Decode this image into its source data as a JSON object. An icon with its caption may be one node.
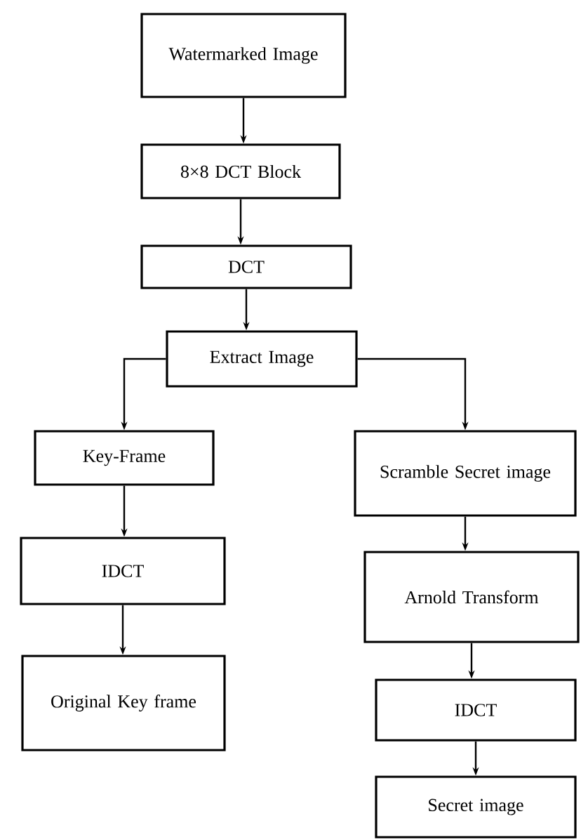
{
  "diagram": {
    "nodes": [
      {
        "text": [
          "Watermarked Image"
        ]
      },
      {
        "text": [
          "8×8 DCT Block"
        ]
      },
      {
        "text": [
          "DCT"
        ]
      },
      {
        "text": [
          "Extract Image"
        ]
      },
      {
        "text": [
          "Key-Frame"
        ]
      },
      {
        "text": [
          "IDCT"
        ]
      },
      {
        "text": [
          "Original Key frame"
        ]
      },
      {
        "text": [
          "Scramble Secret image"
        ]
      },
      {
        "text": [
          "Arnold Transform"
        ]
      },
      {
        "text": [
          "IDCT"
        ]
      },
      {
        "text": [
          "Secret image"
        ]
      }
    ],
    "edges": [
      {
        "from": 0,
        "to": 1,
        "arrow": "to"
      },
      {
        "from": 1,
        "to": 2,
        "arrow": "to"
      },
      {
        "from": 2,
        "to": 3,
        "arrow": "to"
      },
      {
        "from": 3,
        "to": 4,
        "arrow": "to"
      },
      {
        "from": 3,
        "to": 7,
        "arrow": "to"
      },
      {
        "from": 4,
        "to": 5,
        "arrow": "to"
      },
      {
        "from": 5,
        "to": 6,
        "arrow": "to"
      },
      {
        "from": 7,
        "to": 8,
        "arrow": "to"
      },
      {
        "from": 8,
        "to": 9,
        "arrow": "to"
      },
      {
        "from": 9,
        "to": 10,
        "arrow": "to"
      }
    ]
  }
}
